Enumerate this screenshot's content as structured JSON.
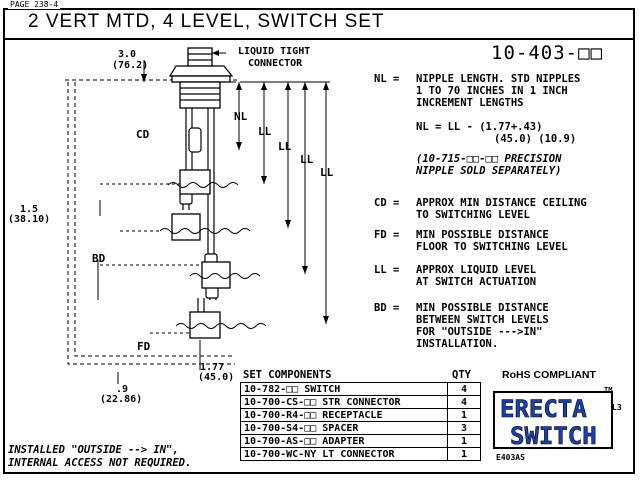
{
  "page_tag": "PAGE 238-4",
  "title": "2 VERT MTD, 4 LEVEL, SWITCH SET",
  "part_number": "10-403-□□",
  "labels": {
    "liquid_tight": "LIQUID TIGHT",
    "connector": "CONNECTOR",
    "dim_top": "3.0",
    "dim_top_mm": "(76.2)",
    "dim_left": "1.5",
    "dim_left_mm": "(38.10)",
    "dim_bottom_right": "1.77",
    "dim_bottom_right_mm": "(45.0)",
    "dim_bottom_left": ".9",
    "dim_bottom_left_mm": "(22.86)",
    "cd": "CD",
    "bd": "BD",
    "fd": "FD",
    "nl": "NL",
    "ll": "LL"
  },
  "definitions": [
    {
      "key": "NL =",
      "lines": [
        "NIPPLE LENGTH. STD NIPPLES",
        "1 TO 70 INCHES IN 1 INCH",
        "INCREMENT LENGTHS"
      ]
    },
    {
      "key": "CD =",
      "lines": [
        "APPROX MIN DISTANCE CEILING",
        "TO SWITCHING LEVEL"
      ]
    },
    {
      "key": "FD =",
      "lines": [
        "MIN POSSIBLE DISTANCE",
        "FLOOR TO SWITCHING LEVEL"
      ]
    },
    {
      "key": "LL =",
      "lines": [
        "APPROX LIQUID LEVEL",
        "AT SWITCH ACTUATION"
      ]
    },
    {
      "key": "BD =",
      "lines": [
        "MIN POSSIBLE DISTANCE",
        "BETWEEN SWITCH LEVELS",
        "FOR \"OUTSIDE --->IN\"",
        "INSTALLATION."
      ]
    }
  ],
  "formula": {
    "line1": "NL = LL - (1.77+.43)",
    "line2": "(45.0) (10.9)"
  },
  "precision_note": {
    "line1": "(10-715-□□-□□ PRECISION",
    "line2": "NIPPLE SOLD SEPARATELY)"
  },
  "set_components_header": "SET COMPONENTS",
  "qty_header": "QTY",
  "rohs": "RoHS COMPLIANT",
  "components": [
    {
      "desc": "10-782-□□ SWITCH",
      "qty": "4"
    },
    {
      "desc": "10-700-CS-□□ STR CONNECTOR",
      "qty": "4"
    },
    {
      "desc": "10-700-R4-□□ RECEPTACLE",
      "qty": "1"
    },
    {
      "desc": "10-700-S4-□□ SPACER",
      "qty": "3"
    },
    {
      "desc": "10-700-AS-□□ ADAPTER",
      "qty": "1"
    },
    {
      "desc": "10-700-WC-NY LT CONNECTOR",
      "qty": "1"
    }
  ],
  "install_note": "INSTALLED \"OUTSIDE --> IN\",\nINTERNAL ACCESS NOT REQUIRED.",
  "logo": {
    "word1": "ERECTA",
    "word2": "SWITCH",
    "tm": "TM",
    "l3": "L3",
    "code": "E403AS",
    "color": "#1a3fb0"
  }
}
